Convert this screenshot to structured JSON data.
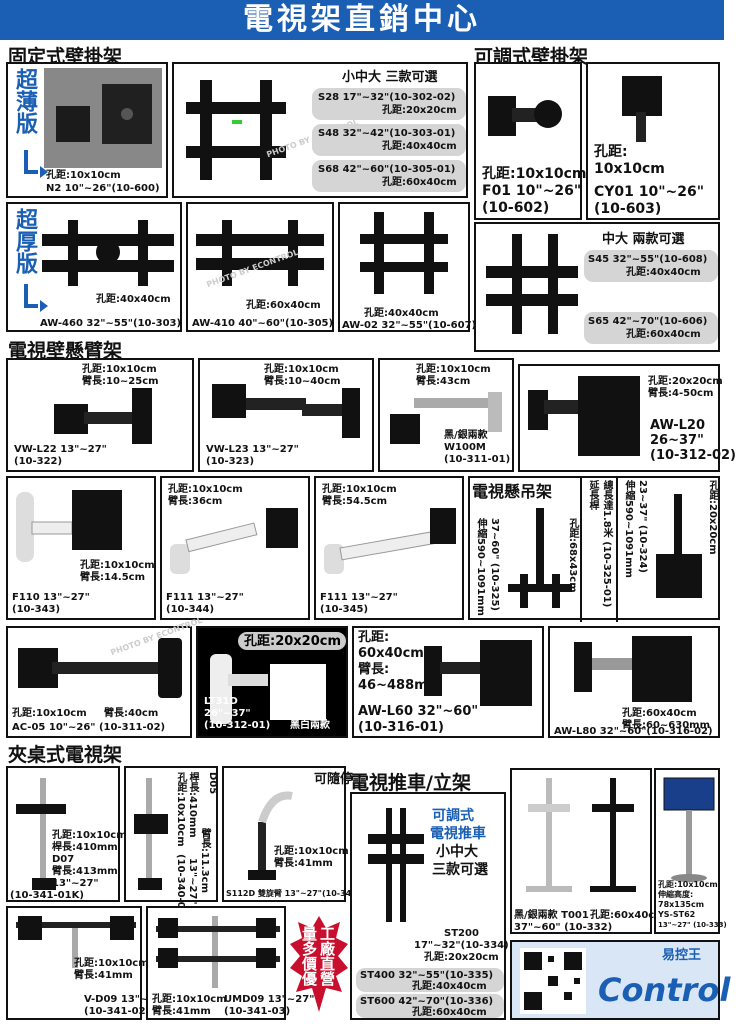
{
  "title": "電視架直銷中心",
  "sections": {
    "fixed": "固定式壁掛架",
    "adjustable": "可調式壁掛架",
    "arm": "電視壁懸臂架",
    "ceiling": "電視懸吊架",
    "desk": "夾桌式電視架",
    "cart": "電視推車/立架",
    "follow": "可隨停"
  },
  "side": {
    "thin": "超薄版",
    "thick": "超厚版"
  },
  "watermark": "PHOTO BY ECONTROL",
  "n2": {
    "hole": "孔距:10x10cm",
    "model": "N2  10\"~26\"(10-600)"
  },
  "s3": {
    "heading": "小中大  三款可選",
    "s28a": "S28  17\"~32\"(10-302-02)",
    "s28b": "孔距:20x20cm",
    "s48a": "S48  32\"~42\"(10-303-01)",
    "s48b": "孔距:40x40cm",
    "s68a": "S68   42\"~60\"(10-305-01)",
    "s68b": "孔距:60x40cm"
  },
  "f01": {
    "hole": "孔距:10x10cm",
    "model": "F01 10\"~26\"",
    "code": "(10-602)"
  },
  "cy01": {
    "hole1": "孔距:",
    "hole2": "10x10cm",
    "model": "CY01 10\"~26\"",
    "code": "(10-603)"
  },
  "aw460": {
    "hole": "孔距:40x40cm",
    "model": "AW-460 32\"~55\"(10-303)"
  },
  "aw410": {
    "hole": "孔距:60x40cm",
    "model": "AW-410  40\"~60\"(10-305)"
  },
  "aw02": {
    "hole": "孔距:40x40cm",
    "model": "AW-02 32\"~55\"(10-607)"
  },
  "s45": {
    "heading": "中大  兩款可選",
    "a": "S45  32\"~55\"(10-608)",
    "b": "孔距:40x40cm",
    "c": "S65  42\"~70\"(10-606)",
    "d": "孔距:60x40cm"
  },
  "vwl22": {
    "hole": "孔距:10x10cm",
    "arm": "臂長:10~25cm",
    "model": "VW-L22  13\"~27\"",
    "code": "(10-322)"
  },
  "vwl23": {
    "hole": "孔距:10x10cm",
    "arm": "臂長:10~40cm",
    "model": "VW-L23  13\"~27\"",
    "code": "(10-323)"
  },
  "w100m": {
    "hole": "孔距:10x10cm",
    "arm": "臂長:43cm",
    "color": "黑/銀兩款",
    "model": "W100M",
    "code": "(10-311-01)"
  },
  "awl20": {
    "hole": "孔距:20x20cm",
    "arm": "臂長:4-50cm",
    "model": "AW-L20",
    "size": "26~37\"",
    "code": "(10-312-02)"
  },
  "f110": {
    "hole": "孔距:10x10cm",
    "arm": "臂長:14.5cm",
    "model": "F110 13\"~27\"",
    "code": "(10-343)"
  },
  "f111a": {
    "hole": "孔距:10x10cm",
    "arm": "臂長:36cm",
    "model": "F111 13\"~27\"",
    "code": "(10-344)"
  },
  "f111b": {
    "hole": "孔距:10x10cm",
    "arm": "臂長:54.5cm",
    "model": "F111 13\"~27\"",
    "code": "(10-345)"
  },
  "c1": {
    "a": "伸縮590~1091mm",
    "b": "37~60\" (10-325)"
  },
  "c2": {
    "a": "延長桿",
    "b": "總長達1.8米 (10-325-01)",
    "c": "孔距:68x43cm"
  },
  "c3": {
    "a": "伸縮590~1091mm",
    "b": "23~37\"  (10-324)"
  },
  "c4": {
    "a": "孔距:20x20cm"
  },
  "ac05": {
    "hole": "孔距:10x10cm",
    "arm": "臂長:40cm",
    "model": "AC-05  10\"~26\" (10-311-02)"
  },
  "lt31d": {
    "hole": "孔距:20x20cm",
    "model": "LT31D",
    "size": "26\"~37\"",
    "code": "(10-312-01)",
    "color": "黑白兩款"
  },
  "awl60": {
    "hole1": "孔距:",
    "hole2": "60x40cm",
    "arm1": "臂長:",
    "arm2": "46~488mm",
    "model": "AW-L60  32\"~60\"",
    "code": "(10-316-01)"
  },
  "awl80": {
    "hole": "孔距:60x40cm",
    "arm": "臂長:60~630mm",
    "model": "AW-L80 32\"~60\"(10-316-02)"
  },
  "d07": {
    "hole": "孔距:10x10cm",
    "rod": "桿長:410mm",
    "model": "D07",
    "arm": "臂長:413mm",
    "size": "13\"~27\"",
    "code": "(10-341-01K)"
  },
  "d05": {
    "a": "孔距:10x10cm",
    "b": "桿長:410mm",
    "c": "臂長:11.3cm",
    "d": "13\"~27\"",
    "e": "D05",
    "f": "(10-340-01K)"
  },
  "s112d": {
    "hole": "孔距:10x10cm",
    "arm": "臂長:41mm",
    "model": "S112D  雙旋臂  13\"~27\"(10-342)"
  },
  "vd09": {
    "hole": "孔距:10x10cm",
    "arm": "臂長:41mm",
    "model": "V-D09  13\"~27\"",
    "code": "(10-341-02)"
  },
  "umd09": {
    "hole": "孔距:10x10cm",
    "arm": "臂長:41mm",
    "model": "UMD09  13\"~27\"",
    "code": "(10-341-03)"
  },
  "star": {
    "a": "工廠直營",
    "b": "量多價優"
  },
  "cart": {
    "l1": "可調式",
    "l2": "電視推車",
    "l3": "小中大",
    "l4": "三款可選"
  },
  "st200": {
    "a": "ST200",
    "b": "17\"~32\"(10-334)",
    "c": "孔距:20x20cm"
  },
  "st400": {
    "a": "ST400  32\"~55\"(10-335)",
    "b": "孔距:40x40cm"
  },
  "st600": {
    "a": "ST600  42\"~70\"(10-336)",
    "b": "孔距:60x40cm"
  },
  "t001": {
    "a": "黑/銀兩款 T001",
    "b": "孔距:60x40cm",
    "c": "37\"~60\" (10-332)"
  },
  "st62": {
    "a": "孔距:10x10cm",
    "b": "伸縮高度:",
    "c": "78x135cm",
    "d": "YS-ST62",
    "e": "13\"~27\" (10-333)"
  },
  "brand": {
    "cn": "易控王",
    "en": "Control"
  },
  "colors": {
    "blue": "#1a5fb4",
    "grey_pill": "#d5d5d5",
    "red": "#c8102e"
  }
}
